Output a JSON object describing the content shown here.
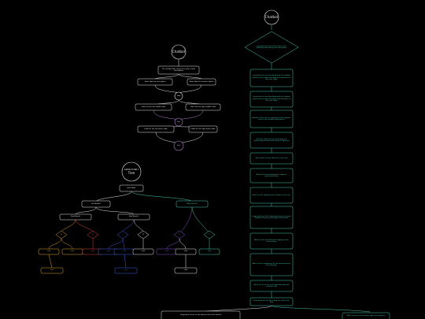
{
  "workspace": {
    "background": "#000000",
    "accent_white": "#e8e8e8",
    "accent_teal": "#4ec9b0"
  },
  "diagrams": {
    "flow_right": {
      "title": "Chatbot",
      "steps": [
        "Long block of text at the start of the flowchart describing a decision point",
        "Long block of text describing how the chatbot processes the input message and continues to the next stage",
        "Another block of text explaining what happens next in the chatbot flow process",
        "A further block of text describing the processing of intent and entity recognition",
        "Short block of text about the next step",
        "Block of text describing the response generation step",
        "Block of text explaining the output to the user",
        "Longer block of text explaining how the system handles follow up messages and context",
        "Block of text describing the logging of the conversation",
        "Block of text explaining the final processing of the message",
        "Block of text at the end explaining how the session ends",
        "Final block of text describing the end of the flow"
      ],
      "bottom_left_text": "Long block of text at the bottom left of the branch",
      "bottom_right_text": "Block of text at the bottom right of the branch"
    },
    "flow_center": {
      "title": "Chatbot",
      "top_box": "The chatbot flow starts here with a short description",
      "left_option": "Short label for one option",
      "right_option": "Short label for another option",
      "hub_top": "Hub",
      "left_mid": "Label for the left middle node",
      "right_mid": "Label for the right middle node",
      "hub_mid": "Hub",
      "left_low": "Label for the left lower node",
      "right_low": "Label for the right lower node",
      "end": "End"
    },
    "tree_left": {
      "title": "Decision Tree",
      "root": "Root Node",
      "level1_left": "Left Branch",
      "level1_right": "Right Branch",
      "level2": [
        "Sub Branch",
        "Sub Branch",
        "Sub Branch"
      ],
      "decisions": [
        "A",
        "B",
        "C",
        "D",
        "E",
        "F",
        "G"
      ],
      "leaves": [
        "Leaf",
        "Leaf",
        "Leaf",
        "Leaf",
        "Leaf",
        "Leaf",
        "Leaf",
        "Leaf",
        "Leaf"
      ],
      "bottom": [
        "Leaf",
        "Leaf",
        "Leaf"
      ]
    }
  }
}
